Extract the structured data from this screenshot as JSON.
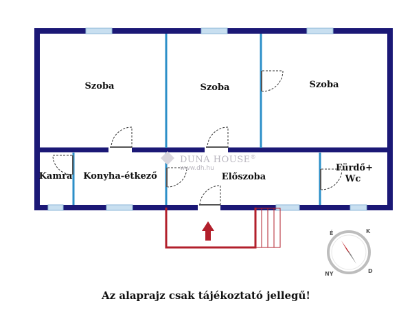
{
  "rooms": {
    "szoba_left": "Szoba",
    "szoba_middle": "Szoba",
    "szoba_right": "Szoba",
    "kamra": "Kamra",
    "konyha": "Konyha-étkező",
    "eloszoba": "Előszoba",
    "furdo_line1": "Fürdő+",
    "furdo_line2": "Wc"
  },
  "watermark": {
    "brand": "DUNA HOUSE",
    "registered": "®",
    "url": "www.dh.hu"
  },
  "compass": {
    "north": "É",
    "east": "K",
    "south": "D",
    "west": "NY"
  },
  "disclaimer": "Az alaprajz csak tájékoztató jellegű!",
  "colors": {
    "outer_wall": "#1b1876",
    "inner_wall": "#2c8fc8",
    "window": "#c8dff0",
    "entrance": "#b21f2b"
  }
}
